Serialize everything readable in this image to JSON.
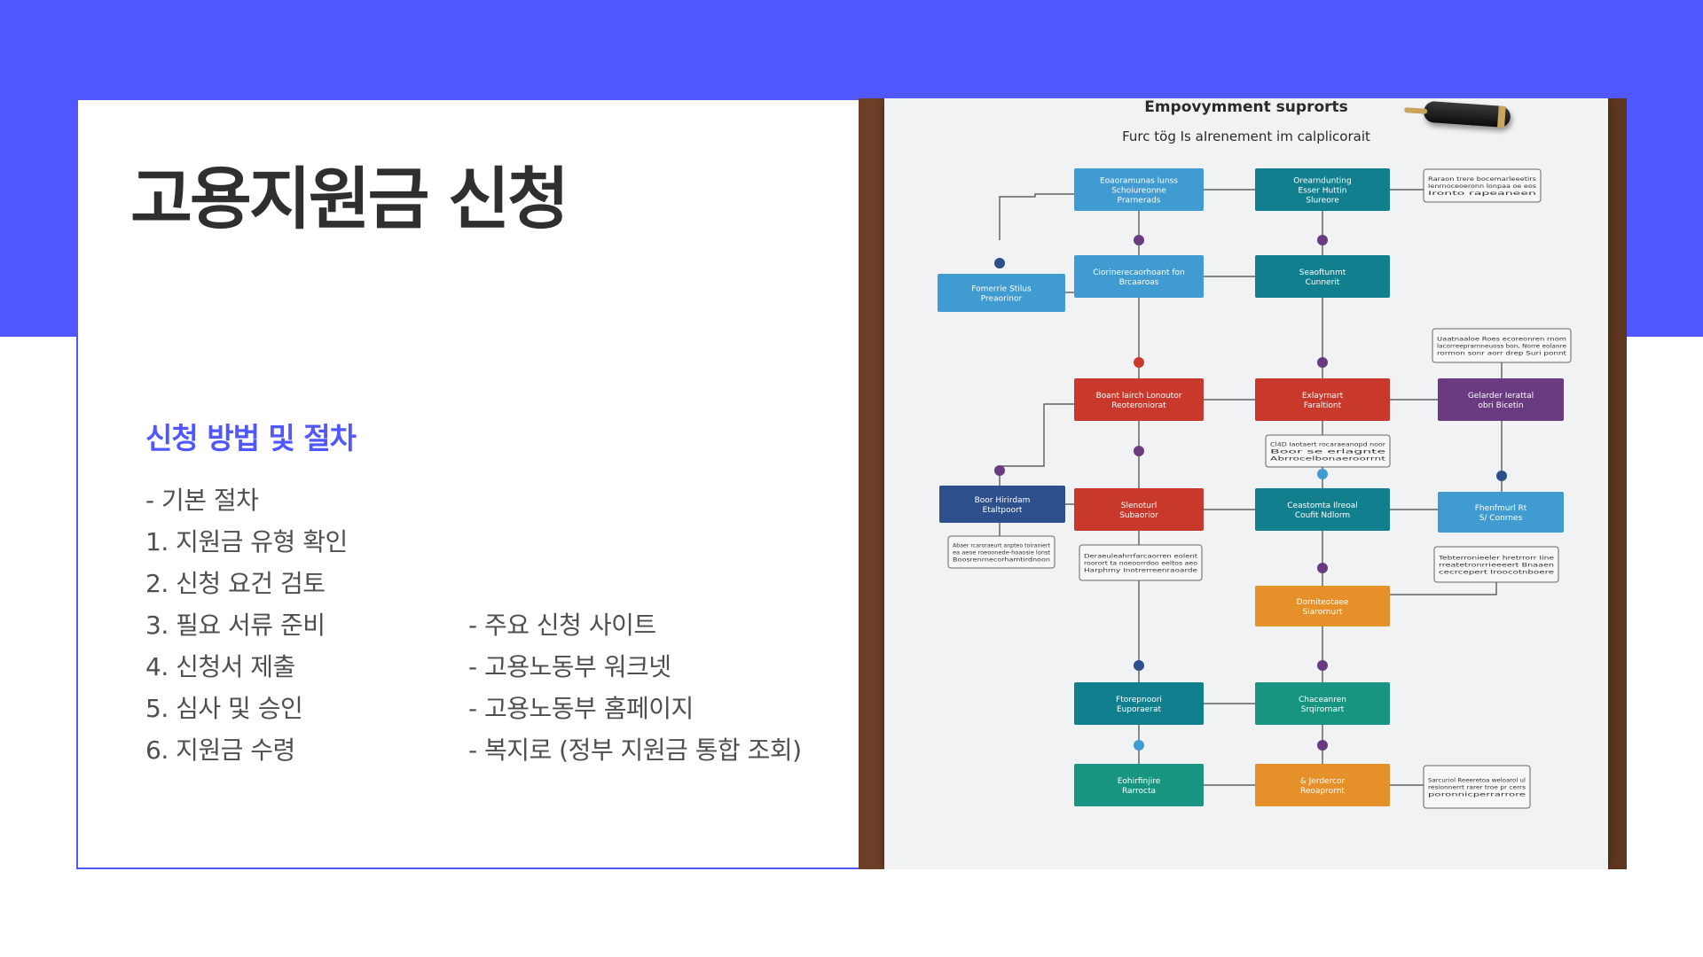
{
  "slide": {
    "title": "고용지원금 신청",
    "section_heading": "신청 방법 및 절차",
    "steps": [
      "- 기본 절차",
      "1. 지원금 유형 확인",
      "2. 신청 요건 검토",
      "3. 필요 서류 준비",
      "4. 신청서 제출",
      "5. 심사 및 승인",
      "6. 지원금 수령"
    ],
    "sites": [
      "- 주요 신청 사이트",
      "- 고용노동부 워크넷",
      "- 고용노동부 홈페이지",
      "- 복지로 (정부 지원금 통합 조회)"
    ]
  },
  "image": {
    "title": "Empovymment suprorts",
    "subtitle": "Furc tög Is aIrenement im calplicorait",
    "colors": {
      "accent": "#5157ff",
      "blue": "#3f9bd0",
      "teal": "#127f8e",
      "red": "#c8392c",
      "purple": "#6b3b82",
      "navy": "#2d4f8c",
      "orange": "#e6902a",
      "green": "#189580"
    },
    "boxes": [
      {
        "label": "Eoaoramunas lunss\nSchoiureonne\nPrarnerads",
        "color": "blue"
      },
      {
        "label": "Orearndunting\nEsser Huttin\nSlureore",
        "color": "teal"
      },
      {
        "label": "Fomerrie  Stilus\nPreaorinor",
        "color": "blue"
      },
      {
        "label": "Ciorinerecaorhoant fon\nBrcaaroas",
        "color": "blue"
      },
      {
        "label": "Seaoftunmt\nCunnerit",
        "color": "teal"
      },
      {
        "label": "Boant lairch Lonoutor\nReoteroniorat",
        "color": "red"
      },
      {
        "label": "Exlayrnart\nFaraltiont",
        "color": "red"
      },
      {
        "label": "Gelarder Ierattal\nobri Bicetin",
        "color": "purple"
      },
      {
        "label": "Boor Hirirdam\nEtaltpoort",
        "color": "navy"
      },
      {
        "label": "Slenoturl\nSubaorior",
        "color": "red"
      },
      {
        "label": "Ceastomta Ilreoal\nCoufit Ndlorm",
        "color": "teal"
      },
      {
        "label": "Fhenfmurl Rt\nS/ Conrnes",
        "color": "blue"
      },
      {
        "label": "Dorniteotaee\nSiarornurt",
        "color": "orange"
      },
      {
        "label": "Ftorepnoori\nEuporaerat",
        "color": "teal"
      },
      {
        "label": "Chaceanren\nSrqirornart",
        "color": "green"
      },
      {
        "label": "Eohirfinjire\nRarrocta",
        "color": "green"
      },
      {
        "label": "& Jerdercor\nReoaprornt",
        "color": "orange"
      }
    ],
    "notes": [
      "Raraon trere bocemarleeetirs\nIenrnoceoeronn lonpaa oe eos\nIronto rapeaneen",
      "Uaatnaaloe Roes ecoreonren rnom\nlacorreeprarnneuoss bon, Norre eolanre\nrormon sonr aorr drep Suri ponnt",
      "Cl4D Iaotaert rocaraeanopd noor\nBoor se erlagnte\nAbrrocelbonaeroorrnt",
      "Abaer rcaroraeurt anpteo toiraniert\nea aeoe roeoonede-hoaosie lonst\nBoosrenrnecorhamtirdnoon",
      "Deraeuleahrrfarcaorren eolent\nroorort ta noeoorrdoo eeltos aeo\nHarphrny Inotrerreenraoarde",
      "Tebterronieeler hretrrorr Iine\nrreatetronrrieeeert Bnaaen\ncecrcepert Iroocotnboere",
      "Sarcuriol Reeeretoa weloarol ul\nresionnerrt rarer troe pr cerrs\nporonnicperrarrore"
    ]
  }
}
